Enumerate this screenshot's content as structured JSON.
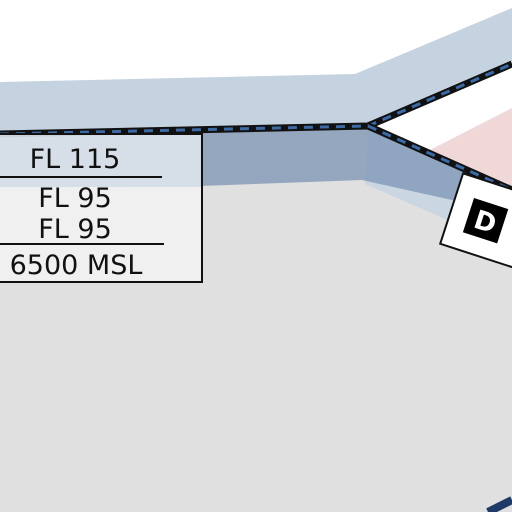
{
  "airspace_label": {
    "upper_sector": {
      "ceiling": "FL 115",
      "floor": "FL 95"
    },
    "lower_sector": {
      "ceiling": "FL 95",
      "floor": "6500 MSL"
    }
  },
  "point_badge": {
    "letter": "D"
  },
  "colors": {
    "background": "#ffffff",
    "airspace_fill": "#e0e0e0",
    "airspace_band": "#c5d3e0",
    "airspace_band_dark": "#7b94b4",
    "boundary_line": "#111111",
    "boundary_dash": "#3a6aa8",
    "restricted_tint": "#f0d8d8",
    "badge_bg": "#000000",
    "badge_text": "#ffffff"
  }
}
